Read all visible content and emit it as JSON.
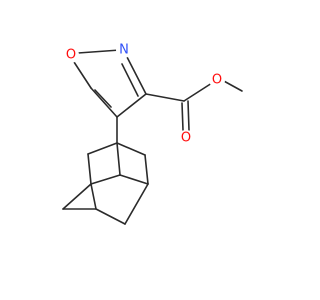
{
  "atoms": {
    "ring_oxygen": {
      "symbol": "O",
      "color": "#ff0d0d"
    },
    "ring_nitrogen": {
      "symbol": "N",
      "color": "#3050f8"
    },
    "carbonyl_oxygen": {
      "symbol": "O",
      "color": "#ff0d0d"
    },
    "ester_oxygen": {
      "symbol": "O",
      "color": "#ff0d0d"
    }
  },
  "colors": {
    "bond": "#2b2b2b",
    "background": "#ffffff"
  }
}
